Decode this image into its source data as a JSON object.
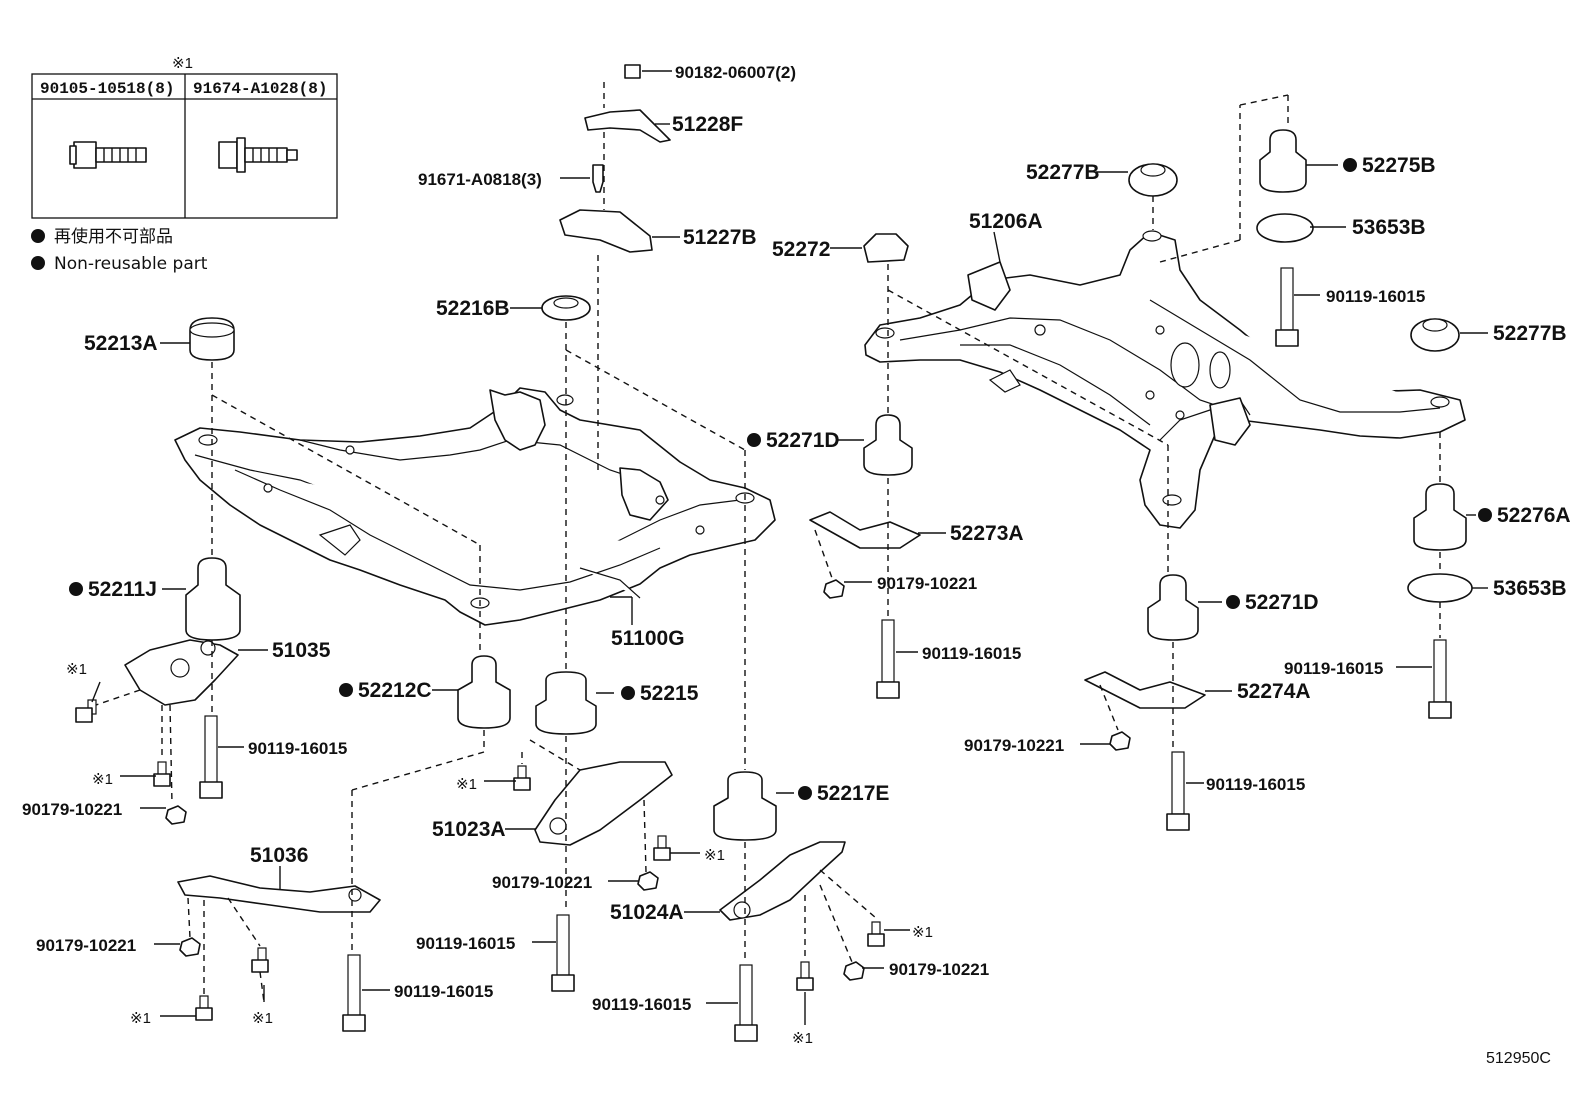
{
  "legend": {
    "note_mark": "※1",
    "table_headers": [
      "90105-10518(8)",
      "91674-A1028(8)"
    ],
    "items": [
      {
        "text": "再使用不可部品"
      },
      {
        "text": "Non-reusable part"
      }
    ]
  },
  "reference_code": "512950C",
  "callouts": [
    {
      "id": "c1",
      "text": "90182-06007(2)",
      "style": "num",
      "dot": false
    },
    {
      "id": "c2",
      "text": "51228F",
      "style": "big",
      "dot": false
    },
    {
      "id": "c3",
      "text": "91671-A0818(3)",
      "style": "num",
      "dot": false
    },
    {
      "id": "c4",
      "text": "51227B",
      "style": "big",
      "dot": false
    },
    {
      "id": "c5",
      "text": "52216B",
      "style": "big",
      "dot": false
    },
    {
      "id": "c6",
      "text": "52213A",
      "style": "big",
      "dot": false
    },
    {
      "id": "c7",
      "text": "52211J",
      "style": "big",
      "dot": true
    },
    {
      "id": "c8",
      "text": "51035",
      "style": "big",
      "dot": false
    },
    {
      "id": "c9",
      "text": "51100G",
      "style": "big",
      "dot": false
    },
    {
      "id": "c10",
      "text": "52212C",
      "style": "big",
      "dot": true
    },
    {
      "id": "c11",
      "text": "52215",
      "style": "big",
      "dot": true
    },
    {
      "id": "c12",
      "text": "90119-16015",
      "style": "num",
      "dot": false
    },
    {
      "id": "c13",
      "text": "90179-10221",
      "style": "num",
      "dot": false
    },
    {
      "id": "c14",
      "text": "51036",
      "style": "big",
      "dot": false
    },
    {
      "id": "c15",
      "text": "90179-10221",
      "style": "num",
      "dot": false
    },
    {
      "id": "c16",
      "text": "90119-16015",
      "style": "num",
      "dot": false
    },
    {
      "id": "c17",
      "text": "51023A",
      "style": "big",
      "dot": false
    },
    {
      "id": "c18",
      "text": "90179-10221",
      "style": "num",
      "dot": false
    },
    {
      "id": "c19",
      "text": "90119-16015",
      "style": "num",
      "dot": false
    },
    {
      "id": "c20",
      "text": "52217E",
      "style": "big",
      "dot": true
    },
    {
      "id": "c21",
      "text": "51024A",
      "style": "big",
      "dot": false
    },
    {
      "id": "c22",
      "text": "90119-16015",
      "style": "num",
      "dot": false
    },
    {
      "id": "c23",
      "text": "90179-10221",
      "style": "num",
      "dot": false
    },
    {
      "id": "c24",
      "text": "52277B",
      "style": "big",
      "dot": false
    },
    {
      "id": "c25",
      "text": "52275B",
      "style": "big",
      "dot": true
    },
    {
      "id": "c26",
      "text": "51206A",
      "style": "big",
      "dot": false
    },
    {
      "id": "c27",
      "text": "53653B",
      "style": "big",
      "dot": false
    },
    {
      "id": "c28",
      "text": "52272",
      "style": "big",
      "dot": false
    },
    {
      "id": "c29",
      "text": "90119-16015",
      "style": "num",
      "dot": false
    },
    {
      "id": "c30",
      "text": "52277B",
      "style": "big",
      "dot": false
    },
    {
      "id": "c31",
      "text": "52271D",
      "style": "big",
      "dot": true
    },
    {
      "id": "c32",
      "text": "52273A",
      "style": "big",
      "dot": false
    },
    {
      "id": "c33",
      "text": "52276A",
      "style": "big",
      "dot": true
    },
    {
      "id": "c34",
      "text": "90179-10221",
      "style": "num",
      "dot": false
    },
    {
      "id": "c35",
      "text": "90119-16015",
      "style": "num",
      "dot": false
    },
    {
      "id": "c36",
      "text": "52271D",
      "style": "big",
      "dot": true
    },
    {
      "id": "c37",
      "text": "53653B",
      "style": "big",
      "dot": false
    },
    {
      "id": "c38",
      "text": "90119-16015",
      "style": "num",
      "dot": false
    },
    {
      "id": "c39",
      "text": "52274A",
      "style": "big",
      "dot": false
    },
    {
      "id": "c40",
      "text": "90179-10221",
      "style": "num",
      "dot": false
    },
    {
      "id": "c41",
      "text": "90119-16015",
      "style": "num",
      "dot": false
    }
  ],
  "marks": [
    {
      "id": "m1",
      "text": "※1"
    },
    {
      "id": "m2",
      "text": "※1"
    },
    {
      "id": "m3",
      "text": "※1"
    },
    {
      "id": "m4",
      "text": "※1"
    },
    {
      "id": "m5",
      "text": "※1"
    },
    {
      "id": "m6",
      "text": "※1"
    },
    {
      "id": "m7",
      "text": "※1"
    },
    {
      "id": "m8",
      "text": "※1"
    },
    {
      "id": "m9",
      "text": "※1"
    }
  ]
}
